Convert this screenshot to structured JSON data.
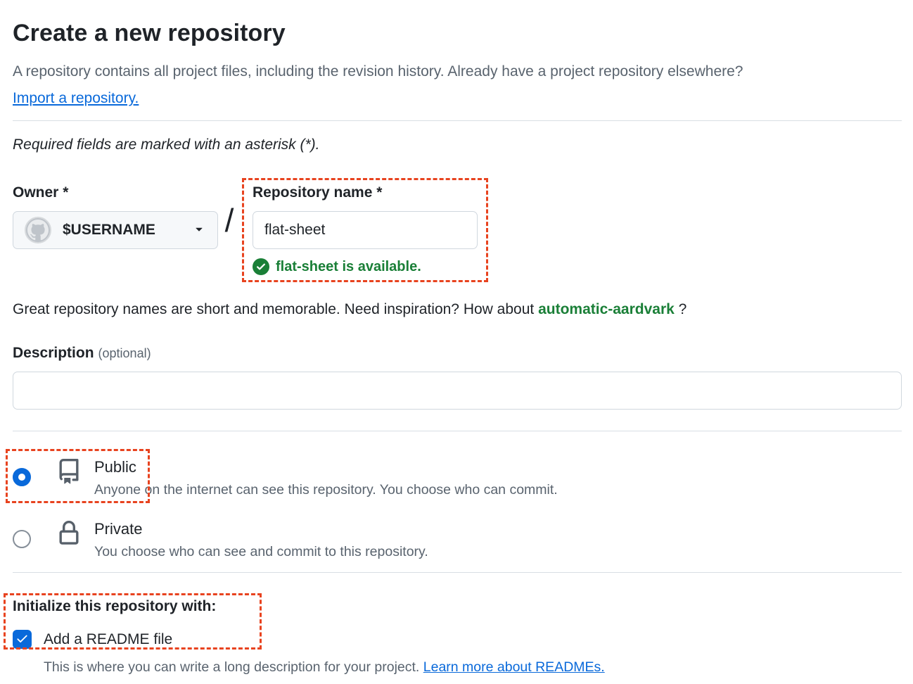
{
  "header": {
    "title": "Create a new repository",
    "intro": "A repository contains all project files, including the revision history. Already have a project repository elsewhere?",
    "import_link": "Import a repository.",
    "required_note": "Required fields are marked with an asterisk (*)."
  },
  "owner": {
    "label": "Owner",
    "required_mark": "*",
    "selected_value": "$USERNAME",
    "separator": "/"
  },
  "repository": {
    "label": "Repository name",
    "required_mark": "*",
    "value": "flat-sheet",
    "availability_message": "flat-sheet is available."
  },
  "suggestion": {
    "text_before": "Great repository names are short and memorable. Need inspiration? How about ",
    "suggested_name": "automatic-aardvark",
    "text_after": " ?"
  },
  "description_field": {
    "label": "Description",
    "optional_note": "(optional)",
    "value": ""
  },
  "visibility": {
    "public": {
      "label": "Public",
      "description": "Anyone on the internet can see this repository. You choose who can commit.",
      "selected": true
    },
    "private": {
      "label": "Private",
      "description": "You choose who can see and commit to this repository.",
      "selected": false
    }
  },
  "initialize": {
    "heading": "Initialize this repository with:",
    "readme": {
      "label": "Add a README file",
      "checked": true,
      "hint": "This is where you can write a long description for your project. ",
      "link": "Learn more about READMEs."
    }
  },
  "colors": {
    "accent_blue": "#0969da",
    "success_green": "#1a7f37",
    "annotation_red": "#e8431f",
    "input_border": "#d0d7de",
    "text_primary": "#1f2328",
    "text_secondary": "#59636e"
  }
}
